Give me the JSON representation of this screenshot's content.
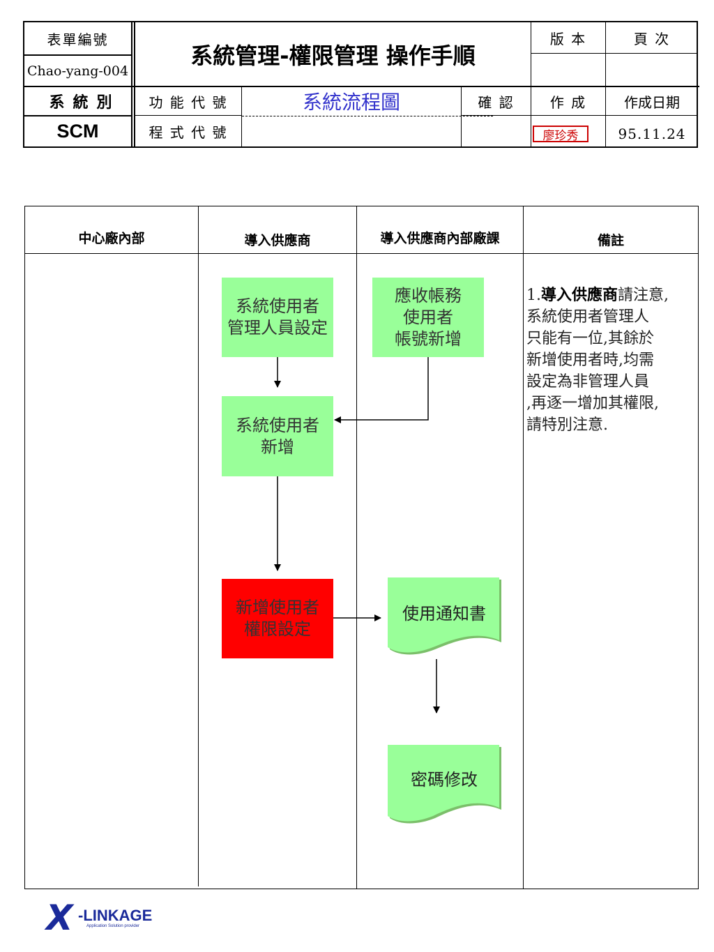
{
  "header": {
    "form_number_label": "表單編號",
    "form_number": "Chao-yang-004",
    "title": "系統管理-權限管理  操作手順",
    "version_label": "版 本",
    "page_label": "頁 次",
    "version_value": "",
    "page_value": "",
    "system_label": "系統別",
    "system_value": "SCM",
    "function_code_label": "功 能 代 號",
    "program_code_label": "程 式 代 號",
    "function_code_value": "系統流程圖",
    "program_code_value": "",
    "confirm_label": "確 認",
    "confirm_value": "",
    "author_label": "作 成",
    "author_value": "廖珍秀",
    "date_label": "作成日期",
    "date_value": "95.11.24"
  },
  "flowchart": {
    "lanes": [
      "中心廠內部",
      "導入供應商",
      "導入供應商內部廠課",
      "備註"
    ],
    "nodes": {
      "admin_setup": "系統使用者\n管理人員設定",
      "account_add": "應收帳務\n使用者\n帳號新增",
      "user_add": "系統使用者\n新增",
      "permission_setup": "新增使用者\n權限設定",
      "notice": "使用通知書",
      "password": "密碼修改"
    },
    "note": {
      "prefix": "1.",
      "bold": "導入供應商",
      "text": "請注意,\n系統使用者管理人\n只能有一位,其餘於\n新增使用者時,均需\n設定為非管理人員\n,再逐一增加其權限,\n請特別注意."
    }
  },
  "logo": {
    "mark": "X",
    "name": "-LINKAGE",
    "tagline": "Application Solution provider"
  },
  "colors": {
    "node_green": "#99ff99",
    "node_red": "#ff0000",
    "title_blue": "#3333cc",
    "author_red": "#cc0000",
    "logo_blue": "#1a2a9a"
  }
}
